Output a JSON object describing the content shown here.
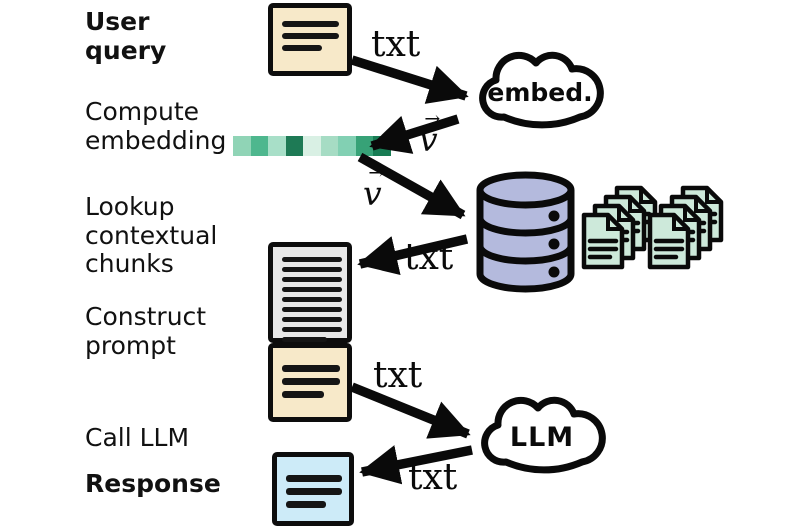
{
  "labels": {
    "user_query": "User\nquery",
    "compute_embedding": "Compute\nembedding",
    "lookup_chunks": "Lookup\ncontextual\nchunks",
    "construct_prompt": "Construct\nprompt",
    "call_llm": "Call LLM",
    "response": "Response"
  },
  "nodes": {
    "embed_cloud_label": "embed.",
    "llm_cloud_label": "LLM"
  },
  "edge_labels": {
    "query_to_embed": "txt",
    "embed_to_vector": {
      "letter": "v",
      "arrow": "→"
    },
    "vector_to_db": {
      "letter": "v",
      "arrow": "→"
    },
    "db_to_chunks": "txt",
    "prompt_to_llm": "txt",
    "llm_to_response": "txt"
  },
  "colors": {
    "query_note": "#f7e9c9",
    "chunks_note": "#e7e7e7",
    "prompt_note": "#f7e9c9",
    "response_note": "#cdebf8",
    "database": "#b4badd",
    "document": "#cde9da",
    "outline": "#0d0d0d"
  },
  "embedding_bar": {
    "cells": [
      "#90d4b6",
      "#4eb78e",
      "#a8dfc8",
      "#1e7a55",
      "#d9f0e4",
      "#a6dcc4",
      "#82d0b3",
      "#37a277",
      "#187c54"
    ]
  }
}
